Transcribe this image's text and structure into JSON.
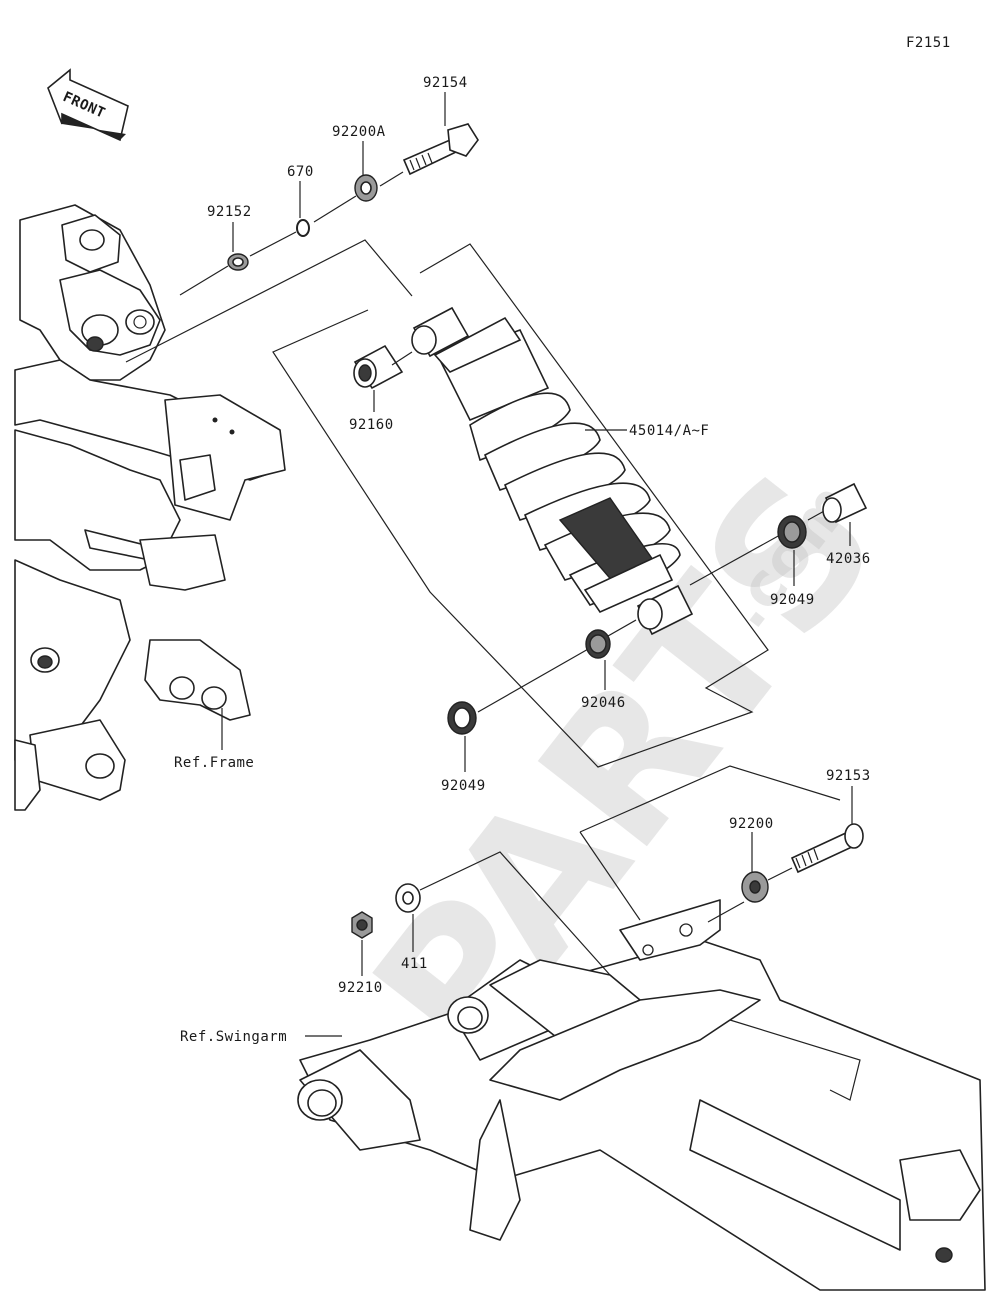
{
  "figure_id": "F2151",
  "front_arrow_label": "FRONT",
  "parts": {
    "bolt_upper": "92154",
    "washer_upper": "92200A",
    "oring": "670",
    "bushing_upper": "92152",
    "collar_top": "92160",
    "shock_absorber": "45014/A~F",
    "collar_42036": "42036",
    "seal_right": "92049",
    "bushing_lower": "92046",
    "seal_left": "92049",
    "bolt_lower": "92153",
    "washer_lower": "92200",
    "washer_411": "411",
    "nut": "92210"
  },
  "refs": {
    "frame": "Ref.Frame",
    "swingarm": "Ref.Swingarm"
  },
  "watermark": "PARTS",
  "watermark_suffix": ".com"
}
